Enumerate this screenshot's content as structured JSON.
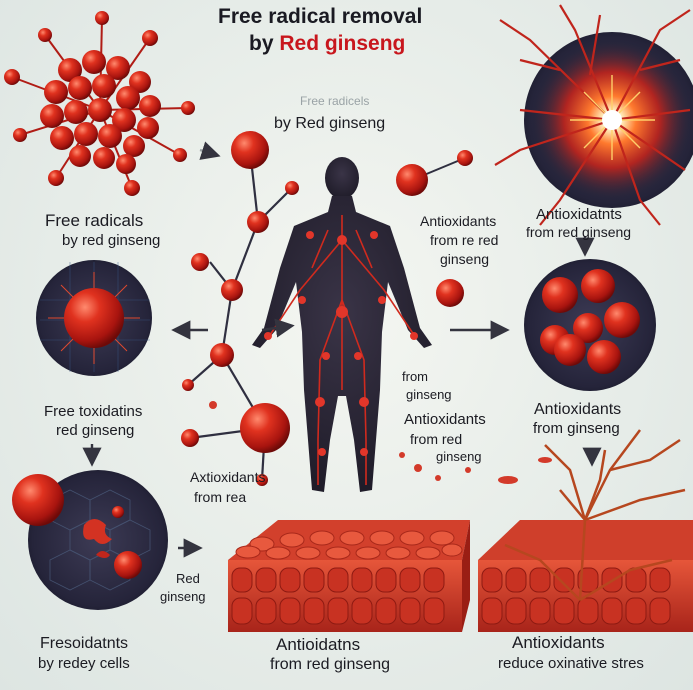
{
  "title": {
    "line1": "Free radical removal",
    "line2_prefix": "by ",
    "line2_highlight": "Red ginseng"
  },
  "labels": {
    "faint_top": "Free radicels",
    "by_red_ginseng_top": "by Red ginseng",
    "free_radicals_l1": "Free radicals",
    "free_radicals_l2": "by red ginseng",
    "antiox_mid_l1": "Antioxidants",
    "antiox_mid_l2": "from re red",
    "antiox_mid_l3": "ginseng",
    "antiox_right_l1": "Antioxidatnts",
    "antiox_right_l2": "from red ginseng",
    "from_ginseng_l1": "from",
    "from_ginseng_l2": "ginseng",
    "free_toxins_l1": "Free toxidatins",
    "free_toxins_l2": "red ginseng",
    "antiox_center_l1": "Antioxidants",
    "antiox_center_l2": "from red",
    "antiox_center_l3": "ginseng",
    "antiox_right2_l1": "Antioxidants",
    "antiox_right2_l2": "from  ginseng",
    "axtioxidants_l1": "Axtioxidants",
    "axtioxidants_l2": "from rea",
    "red_ginseng_l1": "Red",
    "red_ginseng_l2": "ginseng",
    "bottom_left_l1": "Fresoidatnts",
    "bottom_left_l2": "by redey cells",
    "bottom_mid_l1": "Antioidatns",
    "bottom_mid_l2": "from red ginseng",
    "bottom_right_l1": "Antioxidants",
    "bottom_right_l2": "reduce oxinative stres"
  },
  "colors": {
    "cell_red": "#d7261e",
    "dark_red": "#8f0d0f",
    "node_dark": "#2b2a3c",
    "arrow": "#3a3a4a"
  }
}
